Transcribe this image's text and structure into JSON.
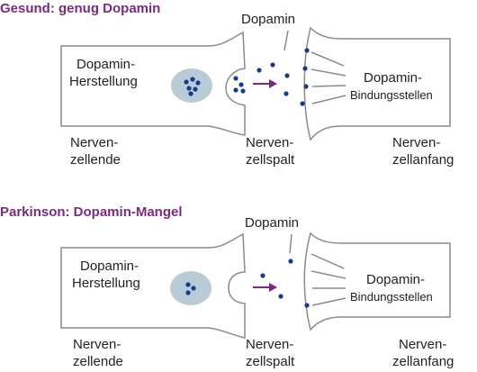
{
  "panels": [
    {
      "title": "Gesund: genug Dopamin",
      "dopamine_label": "Dopamin",
      "left_cell_label": [
        "Dopamin-",
        "Herstellung"
      ],
      "right_cell_label": [
        "Dopamin-",
        "Bindungsstellen"
      ],
      "bottom_labels": [
        [
          "Nerven-",
          "zellende"
        ],
        [
          "Nerven-",
          "zellspalt"
        ],
        [
          "Nerven-",
          "zellanfang"
        ]
      ]
    },
    {
      "title": "Parkinson: Dopamin-Mangel",
      "dopamine_label": "Dopamin",
      "left_cell_label": [
        "Dopamin-",
        "Herstellung"
      ],
      "right_cell_label": [
        "Dopamin-",
        "Bindungsstellen"
      ],
      "bottom_labels": [
        [
          "Nerven-",
          "zellende"
        ],
        [
          "Nerven-",
          "zellspalt"
        ],
        [
          "Nerven-",
          "zellanfang"
        ]
      ]
    }
  ],
  "colors": {
    "title": "#7b2a80",
    "arrow": "#7b2a80",
    "dopamine_dot": "#1a3a8f",
    "vesicle": "#b8cbd6",
    "outline": "#8a8a8a"
  }
}
